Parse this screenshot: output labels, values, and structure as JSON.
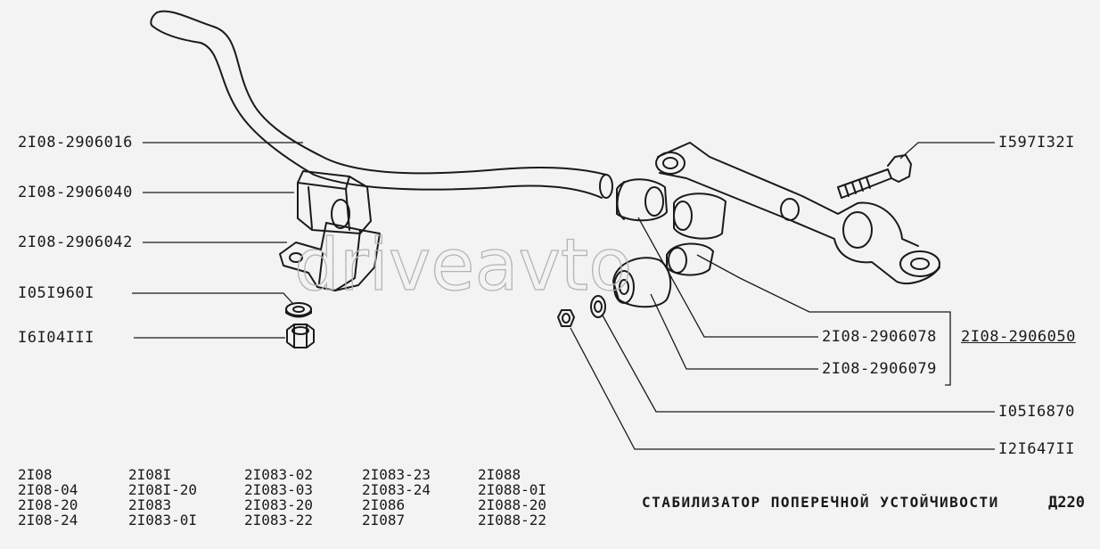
{
  "labels": {
    "stabilizer_bar": "2I08-2906016",
    "cushion": "2I08-2906040",
    "bracket": "2I08-2906042",
    "washer_left": "I05I960I",
    "nut_left": "I6I04III",
    "bolt": "I597I32I",
    "bushing_outer": "2I08-2906078",
    "bushing_inner": "2I08-2906079",
    "assembly": "2I08-2906050",
    "washer_right": "I05I6870",
    "nut_right": "I2I647II"
  },
  "models": {
    "col1": [
      "2I08",
      "2I08-04",
      "2I08-20",
      "2I08-24"
    ],
    "col2": [
      "2I08I",
      "2I08I-20",
      "2I083",
      "2I083-0I"
    ],
    "col3": [
      "2I083-02",
      "2I083-03",
      "2I083-20",
      "2I083-22"
    ],
    "col4": [
      "2I083-23",
      "2I083-24",
      "2I086",
      "2I087"
    ],
    "col5": [
      "2I088",
      "2I088-0I",
      "2I088-20",
      "2I088-22"
    ]
  },
  "title": "СТАБИЛИЗАТОР ПОПЕРЕЧНОЙ УСТОЙЧИВОСТИ",
  "page_code": "Д220",
  "watermark": "driveavto"
}
